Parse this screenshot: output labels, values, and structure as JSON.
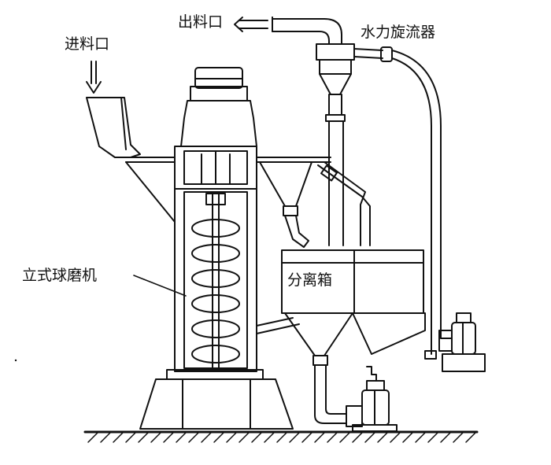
{
  "diagram": {
    "labels": {
      "feed_inlet": "进料口",
      "discharge_outlet": "出料口",
      "hydrocyclone": "水力旋流器",
      "separation_tank": "分离箱",
      "vertical_ball_mill": "立式球磨机"
    },
    "colors": {
      "line": "#111111",
      "background": "#ffffff",
      "hatch": "#222222"
    }
  }
}
